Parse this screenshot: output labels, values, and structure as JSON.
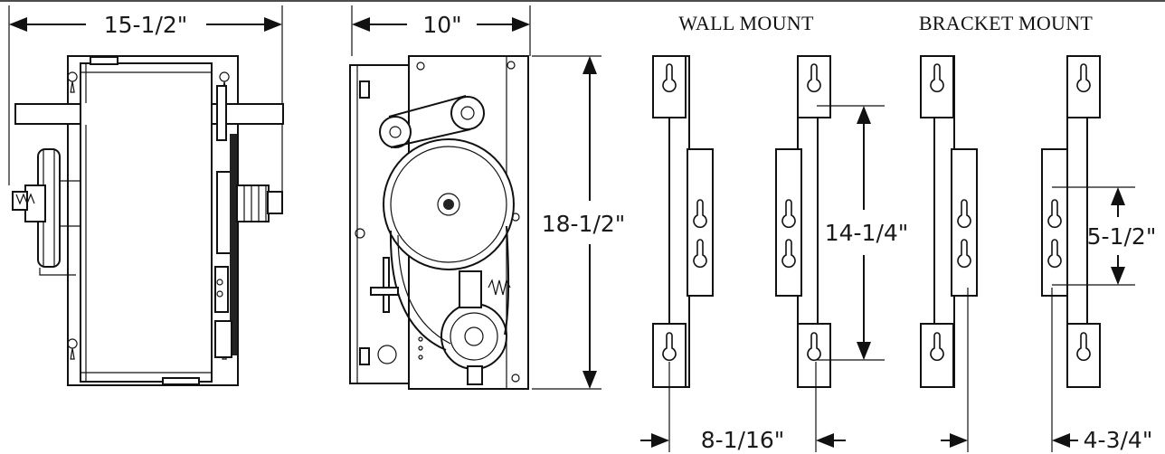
{
  "titles": {
    "wall_mount": "WALL MOUNT",
    "bracket_mount": "BRACKET MOUNT"
  },
  "dimensions": {
    "overall_width": "15-1/2\"",
    "depth": "10\"",
    "height": "18-1/2\"",
    "wall_hole_spacing": "14-1/4\"",
    "wall_rail_spacing": "8-1/16\"",
    "bracket_hole_spacing": "5-1/2\"",
    "bracket_rail_spacing": "4-3/4\""
  }
}
